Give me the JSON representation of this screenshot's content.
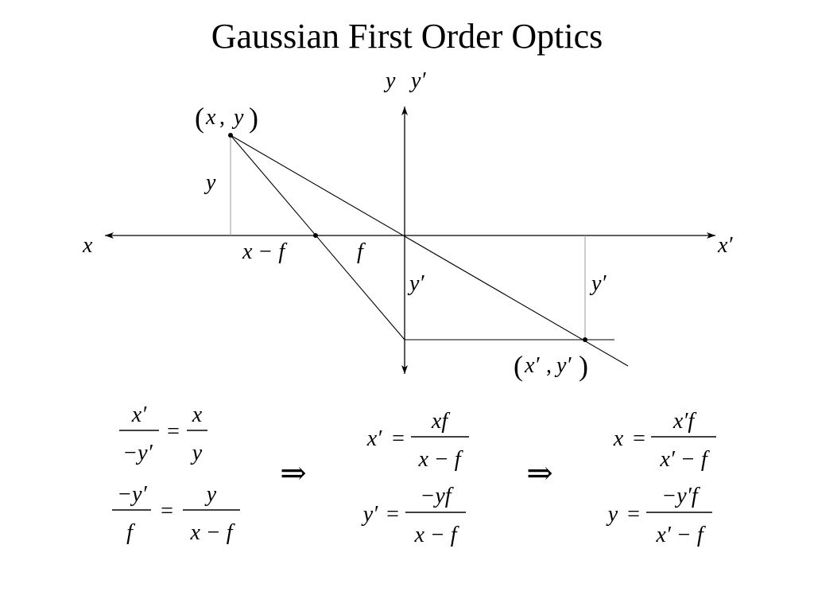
{
  "title": "Gaussian First Order Optics",
  "diagram": {
    "axis_labels": {
      "left": "x",
      "right": "x′",
      "top_y": "y",
      "top_yp": "y′"
    },
    "object_point": {
      "open": "(",
      "x": "x",
      "comma": ",",
      "y": "y",
      "close": ")"
    },
    "image_point": {
      "open": "(",
      "x": "x′",
      "comma": ",",
      "y": "y′",
      "close": ")"
    },
    "segment_labels": {
      "object_height": "y",
      "x_minus_f": "x − f",
      "focal": "f",
      "y_prime_center": "y′",
      "y_prime_right": "y′"
    }
  },
  "equations": {
    "eq1": {
      "lhs_num": "x′",
      "lhs_den": "−y′",
      "eq": "=",
      "rhs_num": "x",
      "rhs_den": "y"
    },
    "eq2": {
      "lhs_num": "−y′",
      "lhs_den": "f",
      "eq": "=",
      "rhs_num": "y",
      "rhs_den": "x − f"
    },
    "arrow1": "⇒",
    "eq3": {
      "lhs": "x′",
      "eq": "=",
      "num": "xf",
      "den": "x − f"
    },
    "eq4": {
      "lhs": "y′",
      "eq": "=",
      "num": "−yf",
      "den": "x − f"
    },
    "arrow2": "⇒",
    "eq5": {
      "lhs": "x",
      "eq": "=",
      "num": "x′f",
      "den": "x′ − f"
    },
    "eq6": {
      "lhs": "y",
      "eq": "=",
      "num": "−y′f",
      "den": "x′ − f"
    }
  }
}
